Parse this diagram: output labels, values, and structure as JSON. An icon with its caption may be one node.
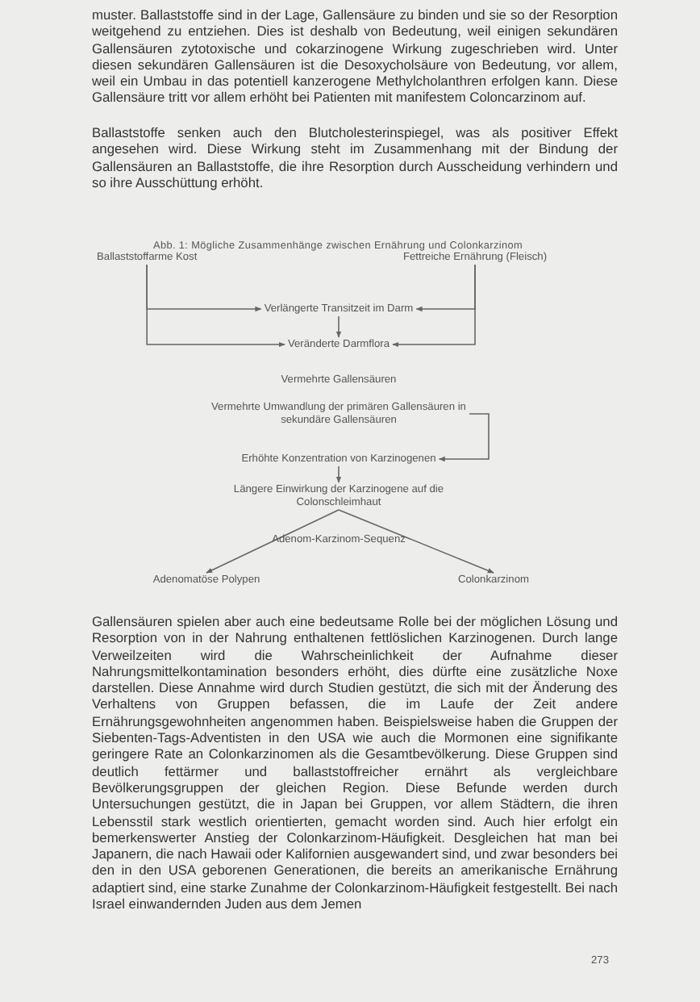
{
  "diagram": {
    "caption": "Abb. 1: Mögliche Zusammenhänge zwischen Ernährung und Colonkarzinom",
    "nodes": [
      {
        "text": [
          "Ballaststoffarme Kost"
        ]
      },
      {
        "text": [
          "Fettreiche Ernährung (Fleisch)"
        ]
      },
      {
        "text": [
          "Verlängerte Transitzeit im Darm"
        ]
      },
      {
        "text": [
          "Veränderte Darmflora"
        ]
      },
      {
        "text": [
          "Vermehrte Gallensäuren"
        ]
      },
      {
        "text": [
          "Vermehrte Umwandlung der primären Gallensäuren in sekundäre Gallensäuren"
        ]
      },
      {
        "text": [
          "Erhöhte Konzentration von Karzinogenen"
        ]
      },
      {
        "text": [
          "Längere Einwirkung der Karzinogene auf die Colonschleimhaut"
        ]
      },
      {
        "text": [
          "Adenomatöse Polypen"
        ]
      },
      {
        "text": [
          "Colonkarzinom"
        ]
      }
    ],
    "edges": [
      {
        "from": 0,
        "to": 2,
        "arrow": "to"
      },
      {
        "from": 0,
        "to": 3,
        "arrow": "to"
      },
      {
        "from": 1,
        "to": 2,
        "arrow": "to"
      },
      {
        "from": 1,
        "to": 3,
        "arrow": "to"
      },
      {
        "from": 2,
        "to": 3,
        "arrow": "to"
      },
      {
        "from": 5,
        "to": 6,
        "arrow": "to"
      },
      {
        "from": 6,
        "to": 7,
        "arrow": "to"
      },
      {
        "from": 7,
        "to": 8,
        "arrow": "to"
      },
      {
        "from": 7,
        "to": 9,
        "arrow": "to"
      }
    ],
    "labels": [
      "muster. Ballaststoffe sind in der Lage, Gallensäure zu binden und sie so der Resorption weitgehend zu entziehen. Dies ist deshalb von Bedeutung, weil einigen sekundären Gallensäuren zytotoxische und cokarzinogene Wirkung zugeschrieben wird. Unter diesen sekundären Gallensäuren ist die Desoxycholsäure von Bedeutung, vor allem, weil ein Umbau in das potentiell kanzerogene Methylcholanthren erfolgen kann. Diese Gallensäure tritt vor allem erhöht bei Patienten mit manifestem Coloncarzinom auf.",
      "Ballaststoffe senken auch den Blutcholesterinspiegel, was als positiver Effekt angesehen wird. Diese Wirkung steht im Zusammenhang mit der Bindung der Gallensäuren an Ballaststoffe, die ihre Resorption durch Ausscheidung verhindern und so ihre Ausschüttung erhöht.",
      "Adenom-Karzinom-Sequenz",
      "Gallensäuren spielen aber auch eine bedeutsame Rolle bei der möglichen Lösung und Resorption von in der Nahrung enthaltenen fettlöslichen Karzinogenen. Durch lange Verweilzeiten wird die Wahrscheinlichkeit der Aufnahme dieser Nahrungsmittelkontamination besonders erhöht, dies dürfte eine zusätzliche Noxe darstellen. Diese Annahme wird durch Studien gestützt, die sich mit der Änderung des Verhaltens von Gruppen befassen, die im Laufe der Zeit andere Ernährungsgewohnheiten angenommen haben. Beispielsweise haben die Gruppen der Siebenten-Tags-Adventisten in den USA wie auch die Mormonen eine signifikante geringere Rate an Colonkarzinomen als die Gesamtbevölkerung. Diese Gruppen sind deutlich fettärmer und ballaststoffreicher ernährt als vergleichbare Bevölkerungsgruppen der gleichen Region. Diese Befunde werden durch Untersuchungen gestützt, die in Japan bei Gruppen, vor allem Städtern, die ihren Lebensstil stark westlich orientierten, gemacht worden sind. Auch hier erfolgt ein bemerkenswerter Anstieg der Colonkarzinom-Häufigkeit. Desgleichen hat man bei Japanern, die nach Hawaii oder Kalifornien ausgewandert sind, und zwar besonders bei den in den USA geborenen Generationen, die bereits an amerikanische Ernährung adaptiert sind, eine starke Zunahme der Colonkarzinom-Häufigkeit festgestellt. Bei nach Israel einwandernden Juden aus dem Jemen",
      "273"
    ]
  }
}
